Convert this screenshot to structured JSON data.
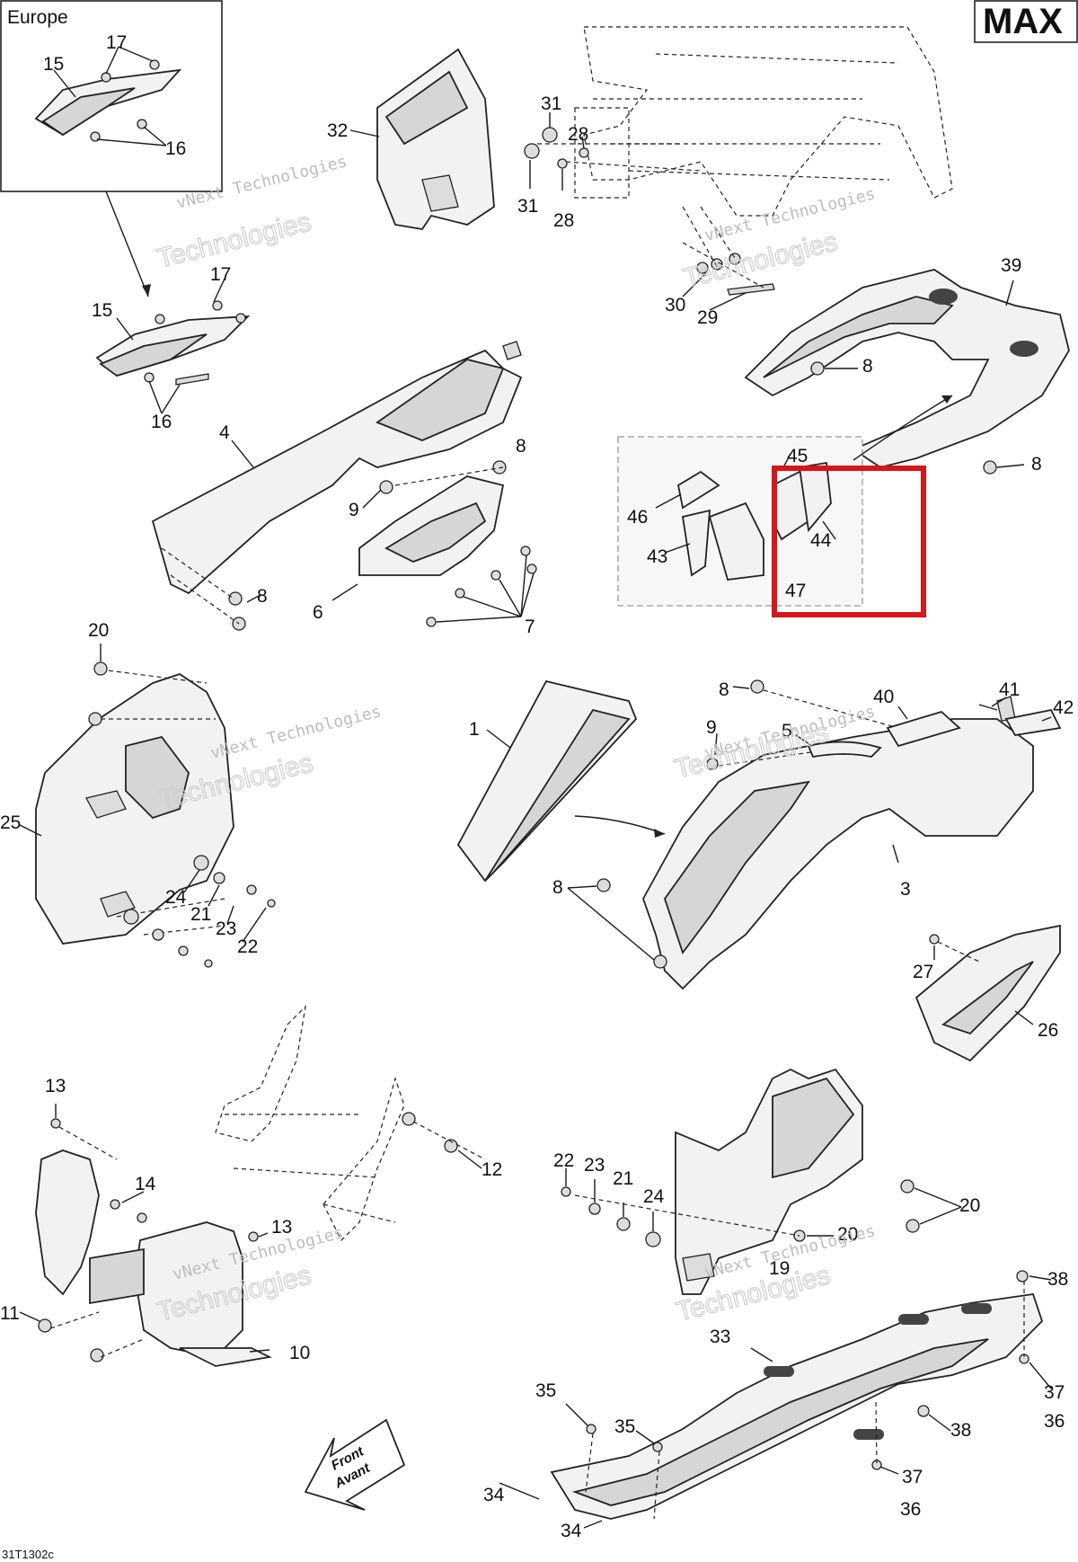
{
  "header": {
    "model": "MAX",
    "region_label": "Europe",
    "footer_code": "31T1302c"
  },
  "watermark": {
    "line1": "vNext Technologies",
    "line2": "Technologies",
    "line3": "vNext"
  },
  "front_arrow": {
    "line1": "Front",
    "line2": "Avant"
  },
  "callouts": [
    "1",
    "3",
    "4",
    "5",
    "6",
    "7",
    "8",
    "9",
    "10",
    "11",
    "12",
    "13",
    "14",
    "15",
    "16",
    "17",
    "19",
    "20",
    "21",
    "22",
    "23",
    "24",
    "25",
    "26",
    "27",
    "28",
    "29",
    "30",
    "31",
    "32",
    "33",
    "34",
    "35",
    "36",
    "37",
    "38",
    "39",
    "40",
    "41",
    "42",
    "43",
    "44",
    "45",
    "46",
    "47"
  ],
  "highlight_color": "#d6161b"
}
